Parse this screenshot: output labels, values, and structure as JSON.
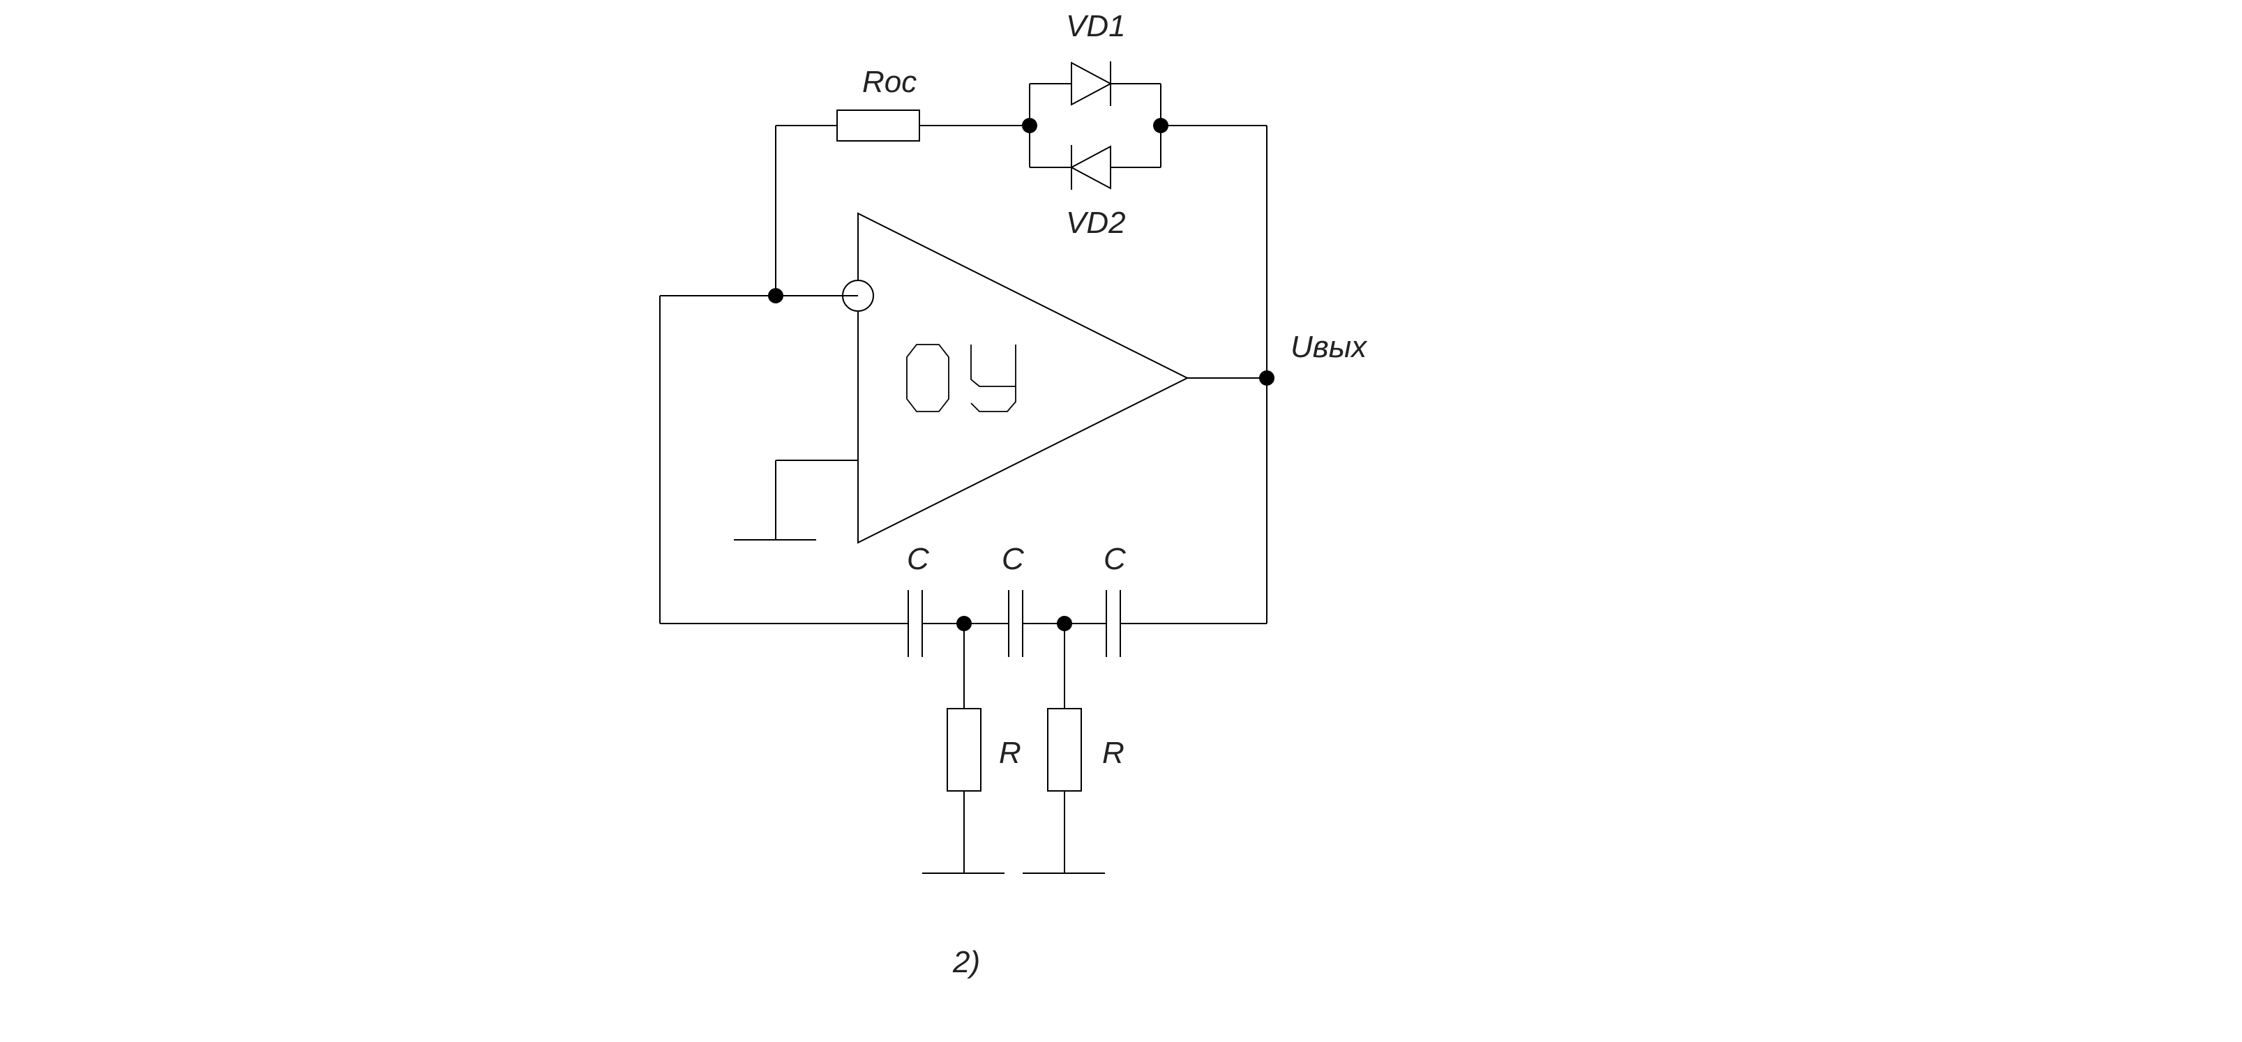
{
  "labels": {
    "roc": "Roc",
    "vd1": "VD1",
    "vd2": "VD2",
    "uout": "Uвых",
    "c1": "C",
    "c2": "C",
    "c3": "C",
    "r1": "R",
    "r2": "R",
    "caption": "2)"
  },
  "opamp": {
    "name": "ОУ"
  }
}
